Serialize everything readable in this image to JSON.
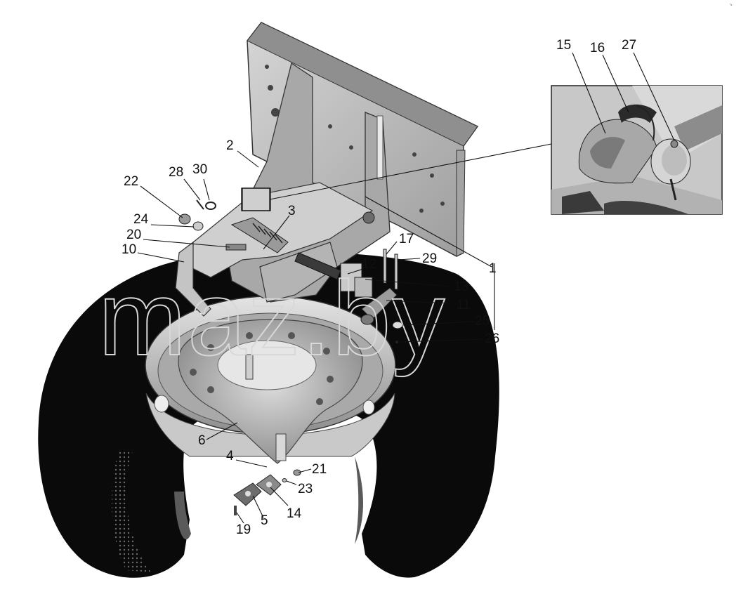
{
  "watermark": "maz.by",
  "corner_mark": "↘",
  "callouts": [
    "15",
    "16",
    "27",
    "2",
    "28",
    "30",
    "22",
    "3",
    "24",
    "20",
    "10",
    "17",
    "12",
    "29",
    "1",
    "13",
    "11",
    "25",
    "26",
    "6",
    "4",
    "21",
    "23",
    "14",
    "5",
    "19"
  ],
  "colors": {
    "tire": "#0a0a0a",
    "steel": "#bdbdbd",
    "dark_steel": "#7a7a7a",
    "rim": "#d0d0d0",
    "line": "#111111"
  }
}
